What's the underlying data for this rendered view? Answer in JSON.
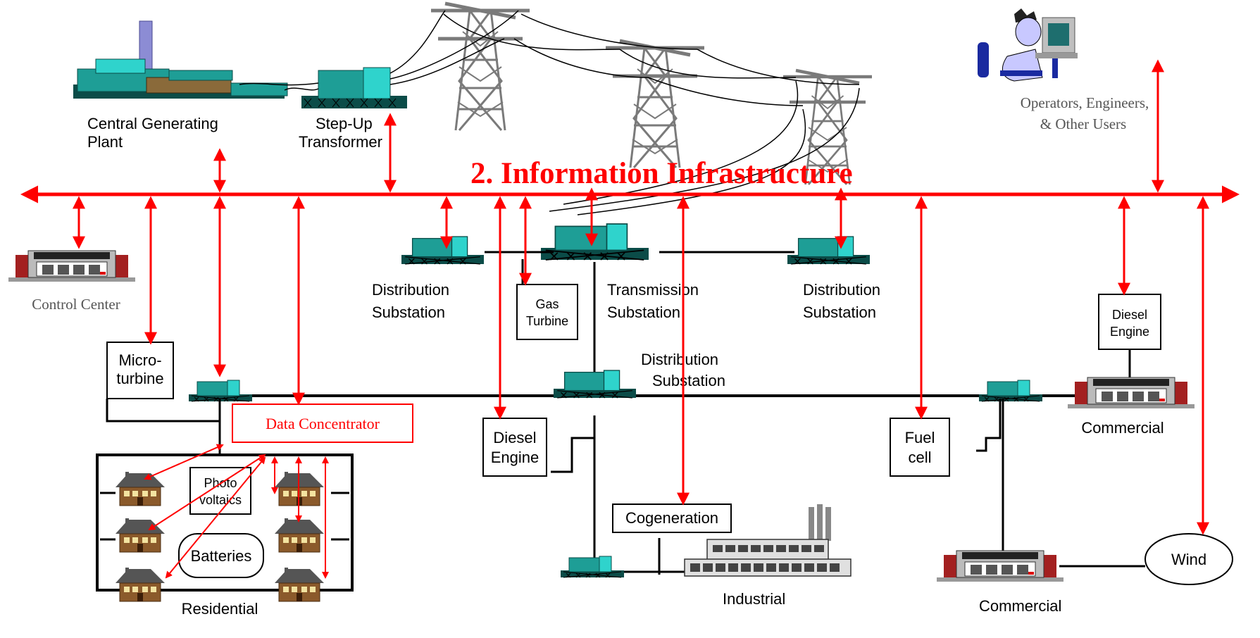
{
  "title": "2. Information Infrastructure",
  "colors": {
    "bus": "#ff0000",
    "equipment": "#1e9e96",
    "equipment_light": "#2fd3cc",
    "equipment_dark": "#0b4c48",
    "line": "#000000",
    "tower": "#7a7a7a",
    "building_red": "#a32020",
    "house_brown": "#8b5a2b",
    "gray_text": "#555555"
  },
  "labels": {
    "central_plant_1": "Central Generating",
    "central_plant_2": "Plant",
    "stepup_1": "Step-Up",
    "stepup_2": "Transformer",
    "operators_1": "Operators, Engineers,",
    "operators_2": "& Other Users",
    "control_center": "Control Center",
    "dist_sub_left_1": "Distribution",
    "dist_sub_left_2": "Substation",
    "gas_turbine_1": "Gas",
    "gas_turbine_2": "Turbine",
    "trans_sub_1": "Transmission",
    "trans_sub_2": "Substation",
    "dist_sub_right_1": "Distribution",
    "dist_sub_right_2": "Substation",
    "dist_sub_mid_1": "Distribution",
    "dist_sub_mid_2": "Substation",
    "diesel_right_1": "Diesel",
    "diesel_right_2": "Engine",
    "microturbine_1": "Micro-",
    "microturbine_2": "turbine",
    "data_concentrator": "Data Concentrator",
    "diesel_mid_1": "Diesel",
    "diesel_mid_2": "Engine",
    "fuel_cell_1": "Fuel",
    "fuel_cell_2": "cell",
    "commercial_top": "Commercial",
    "commercial_bottom": "Commercial",
    "photovoltaics_1": "Photo",
    "photovoltaics_2": "voltaics",
    "batteries": "Batteries",
    "cogeneration": "Cogeneration",
    "industrial": "Industrial",
    "wind": "Wind",
    "residential": "Residential"
  }
}
